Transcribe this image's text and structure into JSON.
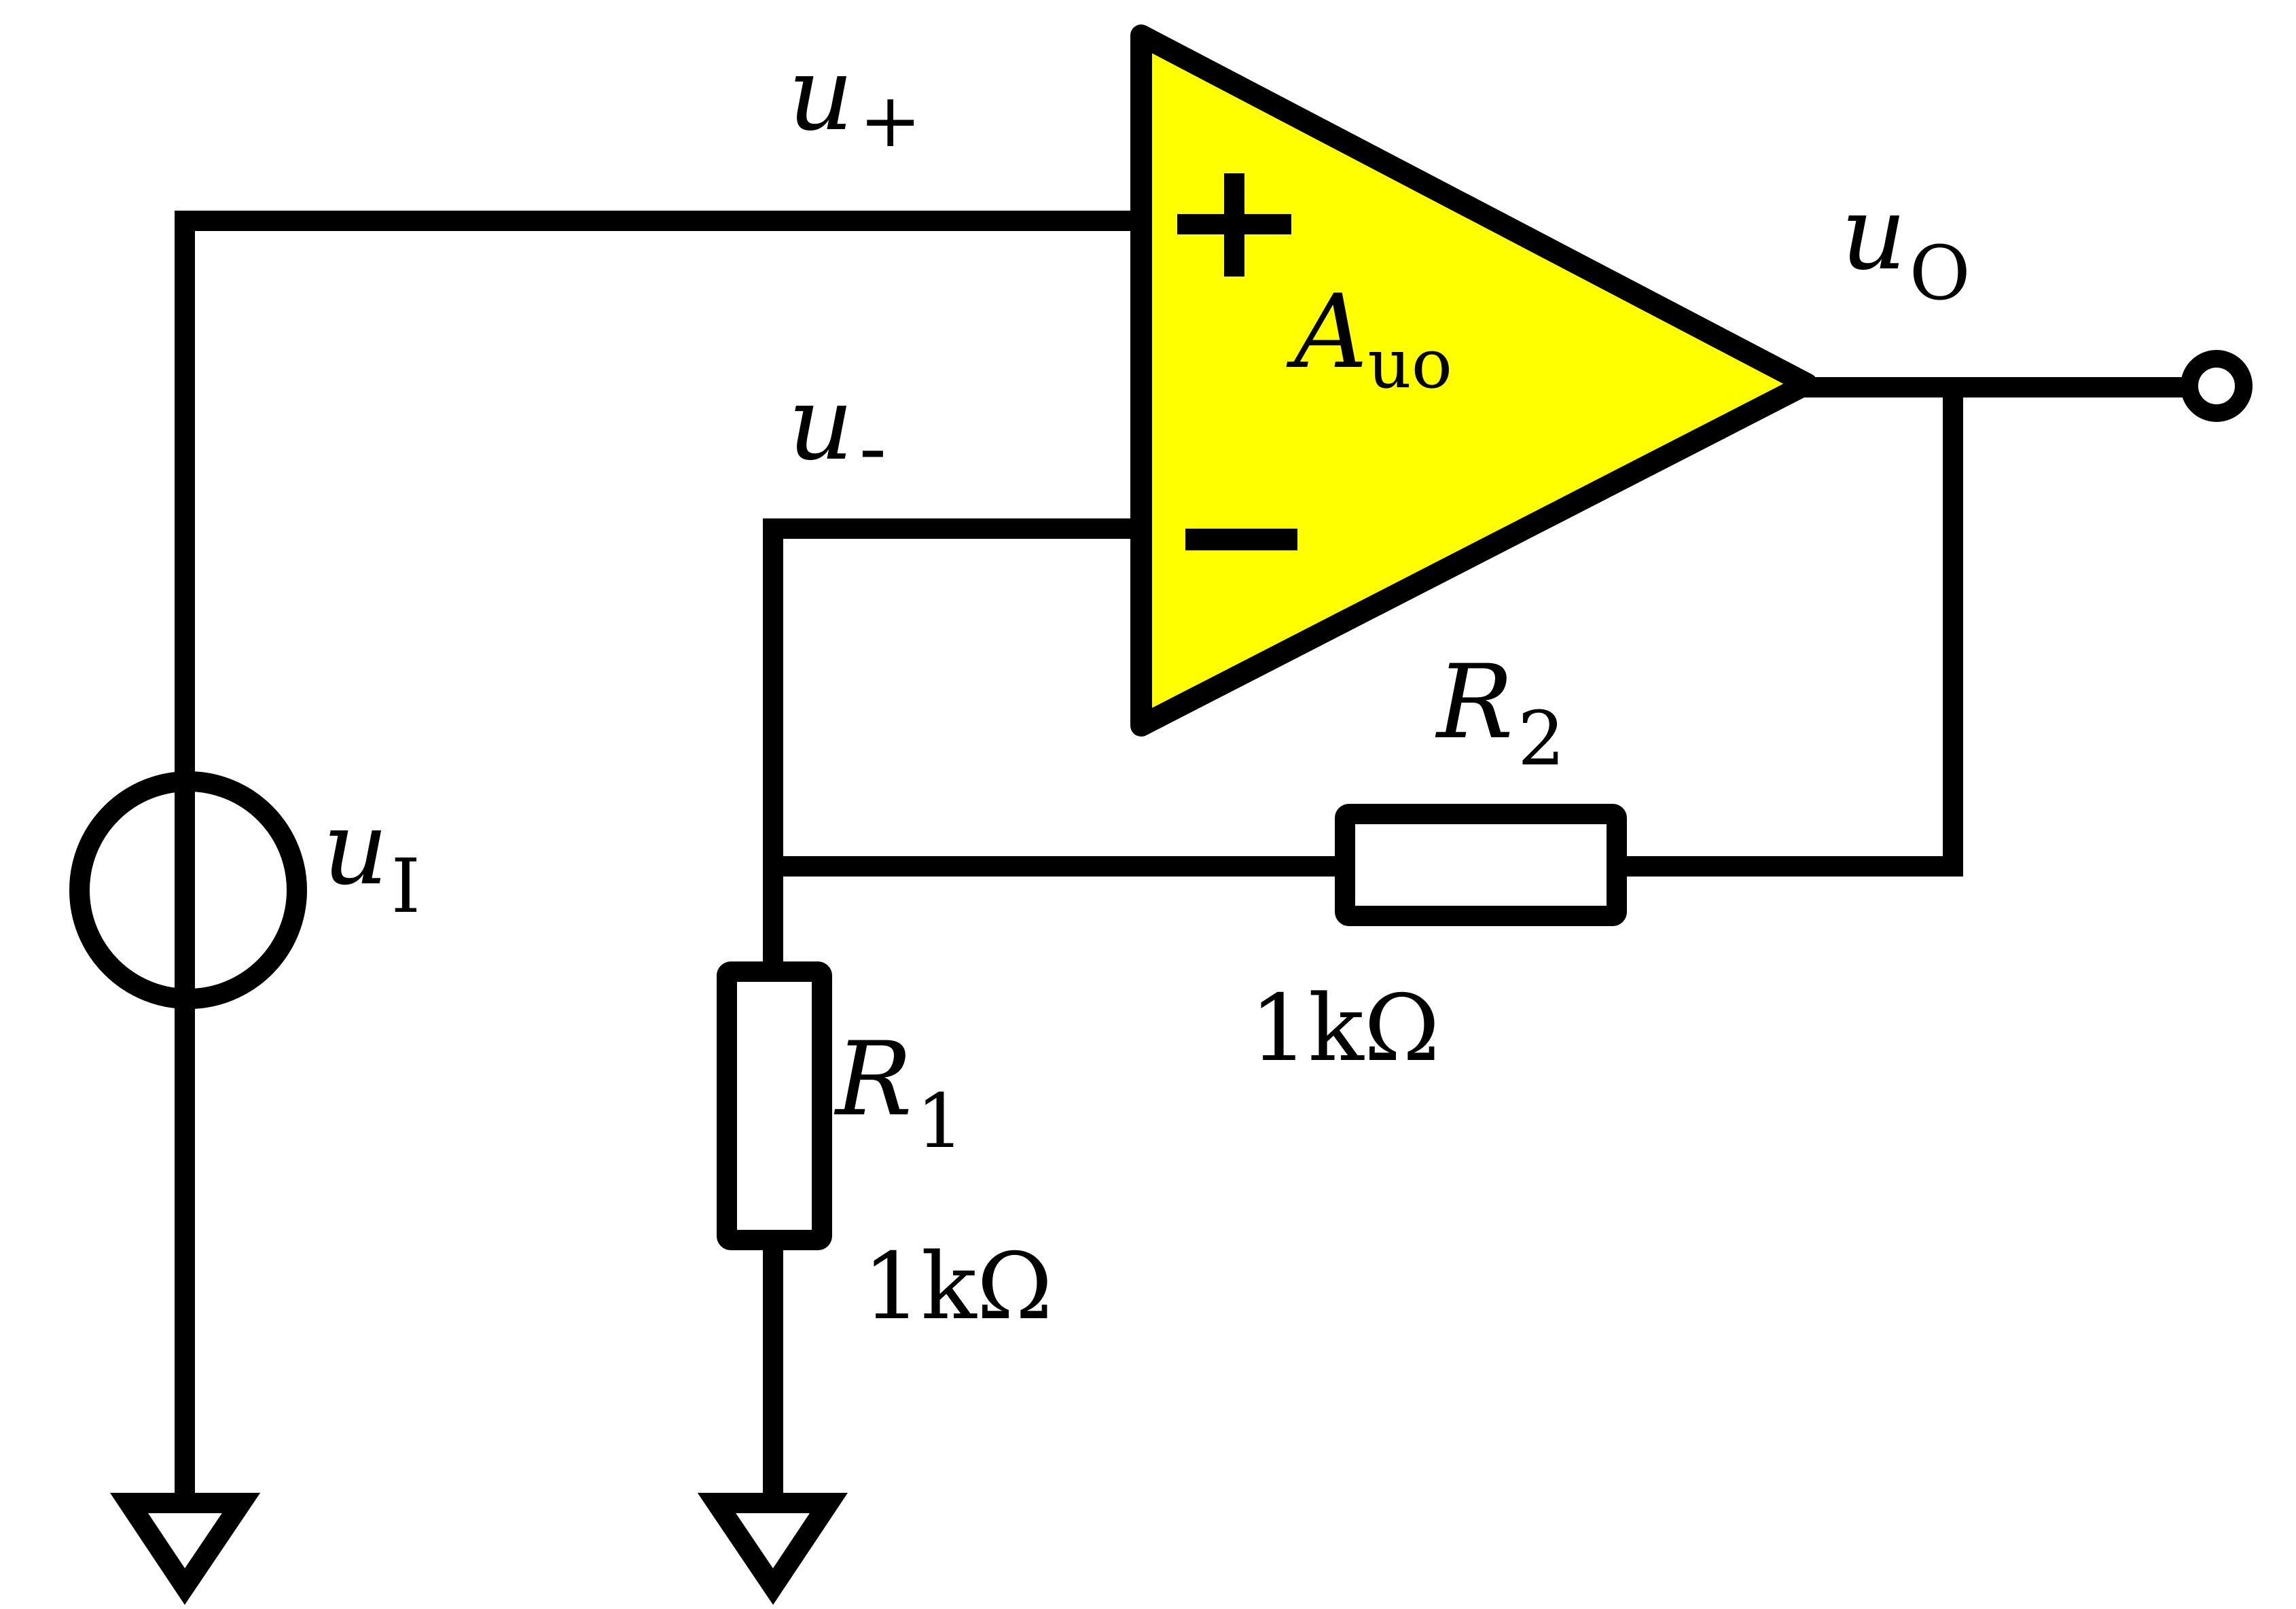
{
  "diagram": {
    "opamp": {
      "gain_symbol": "A",
      "gain_subscript": "uo",
      "plus_sign": "+",
      "minus_sign": "−",
      "fill_color": "#ffff00"
    },
    "labels": {
      "u_plus": {
        "symbol": "u",
        "subscript": "+"
      },
      "u_minus": {
        "symbol": "u",
        "subscript": "-"
      },
      "u_out": {
        "symbol": "u",
        "subscript": "O"
      },
      "u_in": {
        "symbol": "u",
        "subscript": "I"
      }
    },
    "resistors": {
      "r1": {
        "symbol": "R",
        "subscript": "1",
        "value": "1kΩ"
      },
      "r2": {
        "symbol": "R",
        "subscript": "2",
        "value": "1kΩ"
      }
    },
    "line_color": "#000000"
  }
}
